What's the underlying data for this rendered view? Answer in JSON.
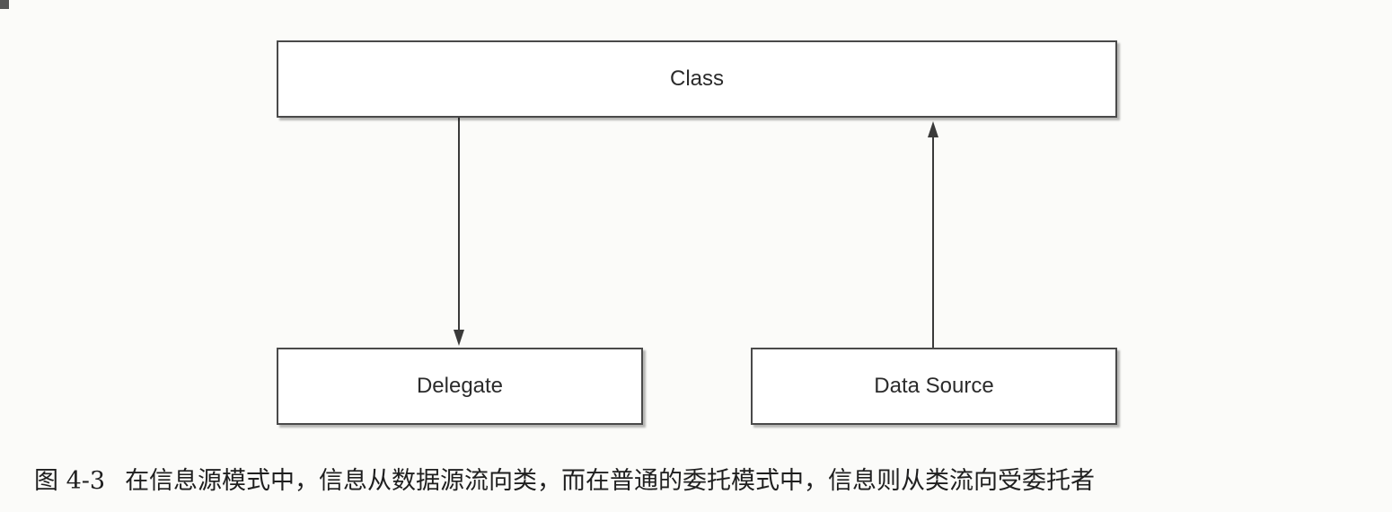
{
  "diagram": {
    "nodes": {
      "class": {
        "label": "Class"
      },
      "delegate": {
        "label": "Delegate"
      },
      "data_source": {
        "label": "Data Source"
      }
    },
    "edges": [
      {
        "from": "class",
        "to": "delegate"
      },
      {
        "from": "data_source",
        "to": "class"
      }
    ]
  },
  "caption": {
    "number": "图 4-3",
    "text": "在信息源模式中，信息从数据源流向类，而在普通的委托模式中，信息则从类流向受委托者"
  }
}
